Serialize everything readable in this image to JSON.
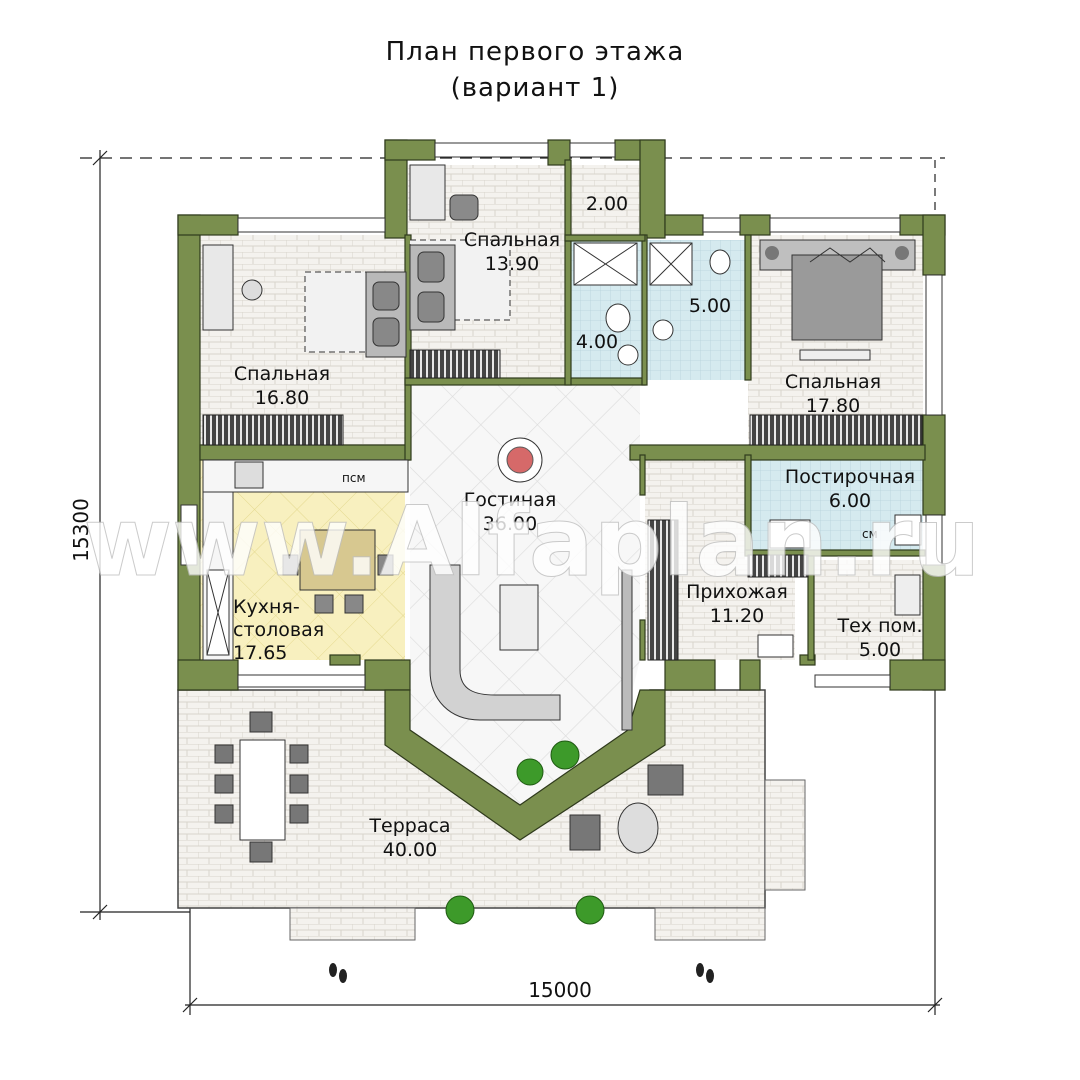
{
  "title": {
    "line1": "План первого этажа",
    "line2": "(вариант 1)"
  },
  "dimensions": {
    "width": "15000",
    "height": "15300"
  },
  "rooms": {
    "bedroom_left": {
      "name": "Спальная",
      "area": "16.80"
    },
    "bedroom_top": {
      "name": "Спальная",
      "area": "13.90"
    },
    "wardrobe": {
      "area": "2.00"
    },
    "bath_small": {
      "area": "4.00"
    },
    "bath_large": {
      "area": "5.00"
    },
    "bedroom_right": {
      "name": "Спальная",
      "area": "17.80"
    },
    "living": {
      "name": "Гостиная",
      "area": "36.00"
    },
    "laundry": {
      "name": "Постирочная",
      "area": "6.00"
    },
    "kitchen": {
      "name_line1": "Кухня-",
      "name_line2": "столовая",
      "area": "17.65"
    },
    "hall": {
      "name": "Прихожая",
      "area": "11.20"
    },
    "tech": {
      "name": "Тех пом.",
      "area": "5.00"
    },
    "terrace": {
      "name": "Терраса",
      "area": "40.00"
    }
  },
  "appliance_labels": {
    "pmm": "псм",
    "sm": "см"
  },
  "watermark": "www.Alfaplan.ru",
  "colors": {
    "wall": "#7a8f4e",
    "floor_light": "#f3f1ec",
    "floor_tile": "#eeeae2",
    "kitchen_floor": "#f7efb8",
    "bath_floor": "#cfe6ec",
    "furniture": "#c9c9c9",
    "plant": "#3d9a2a"
  }
}
